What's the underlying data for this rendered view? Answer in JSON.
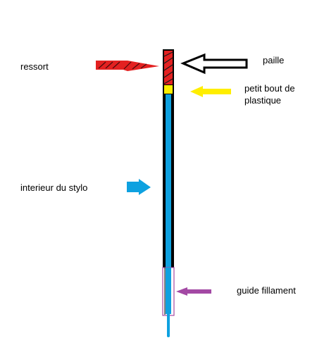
{
  "labels": {
    "ressort": "ressort",
    "paille": "paille",
    "petit_bout_line1": "petit bout de",
    "petit_bout_line2": "plastique",
    "interieur": "interieur du stylo",
    "guide": "guide fillament"
  },
  "colors": {
    "ressort": "#e32121",
    "paille": "#000000",
    "petit_bout": "#ffee00",
    "interieur": "#0ea1e0",
    "guide": "#a349a4",
    "outline": "#000000",
    "background": "#ffffff"
  }
}
